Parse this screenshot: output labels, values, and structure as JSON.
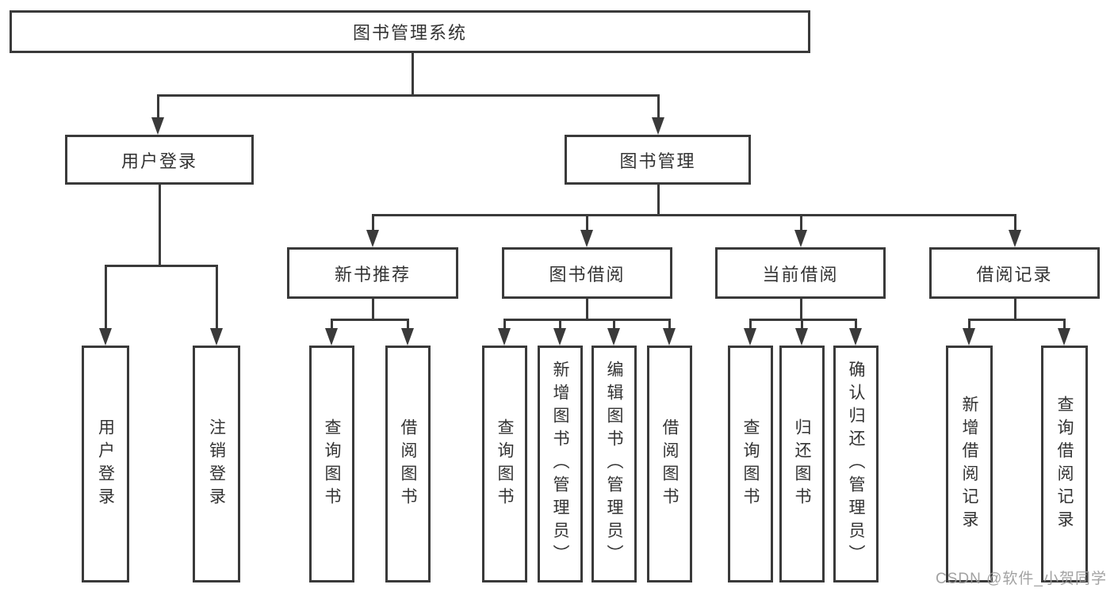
{
  "watermark": "CSDN @软件_小贺同学",
  "colors": {
    "line": "#3a3a3a",
    "text": "#333333",
    "background": "#ffffff",
    "watermark": "#9b9b9b"
  },
  "tree": {
    "label": "图书管理系统",
    "children": [
      {
        "label": "用户登录",
        "children": [
          {
            "label": "用户登录"
          },
          {
            "label": "注销登录"
          }
        ]
      },
      {
        "label": "图书管理",
        "children": [
          {
            "label": "新书推荐",
            "children": [
              {
                "label": "查询图书"
              },
              {
                "label": "借阅图书"
              }
            ]
          },
          {
            "label": "图书借阅",
            "children": [
              {
                "label": "查询图书"
              },
              {
                "label": "新增图书（管理员）"
              },
              {
                "label": "编辑图书（管理员）"
              },
              {
                "label": "借阅图书"
              }
            ]
          },
          {
            "label": "当前借阅",
            "children": [
              {
                "label": "查询图书"
              },
              {
                "label": "归还图书"
              },
              {
                "label": "确认归还（管理员）"
              }
            ]
          },
          {
            "label": "借阅记录",
            "children": [
              {
                "label": "新增借阅记录"
              },
              {
                "label": "查询借阅记录"
              }
            ]
          }
        ]
      }
    ]
  }
}
